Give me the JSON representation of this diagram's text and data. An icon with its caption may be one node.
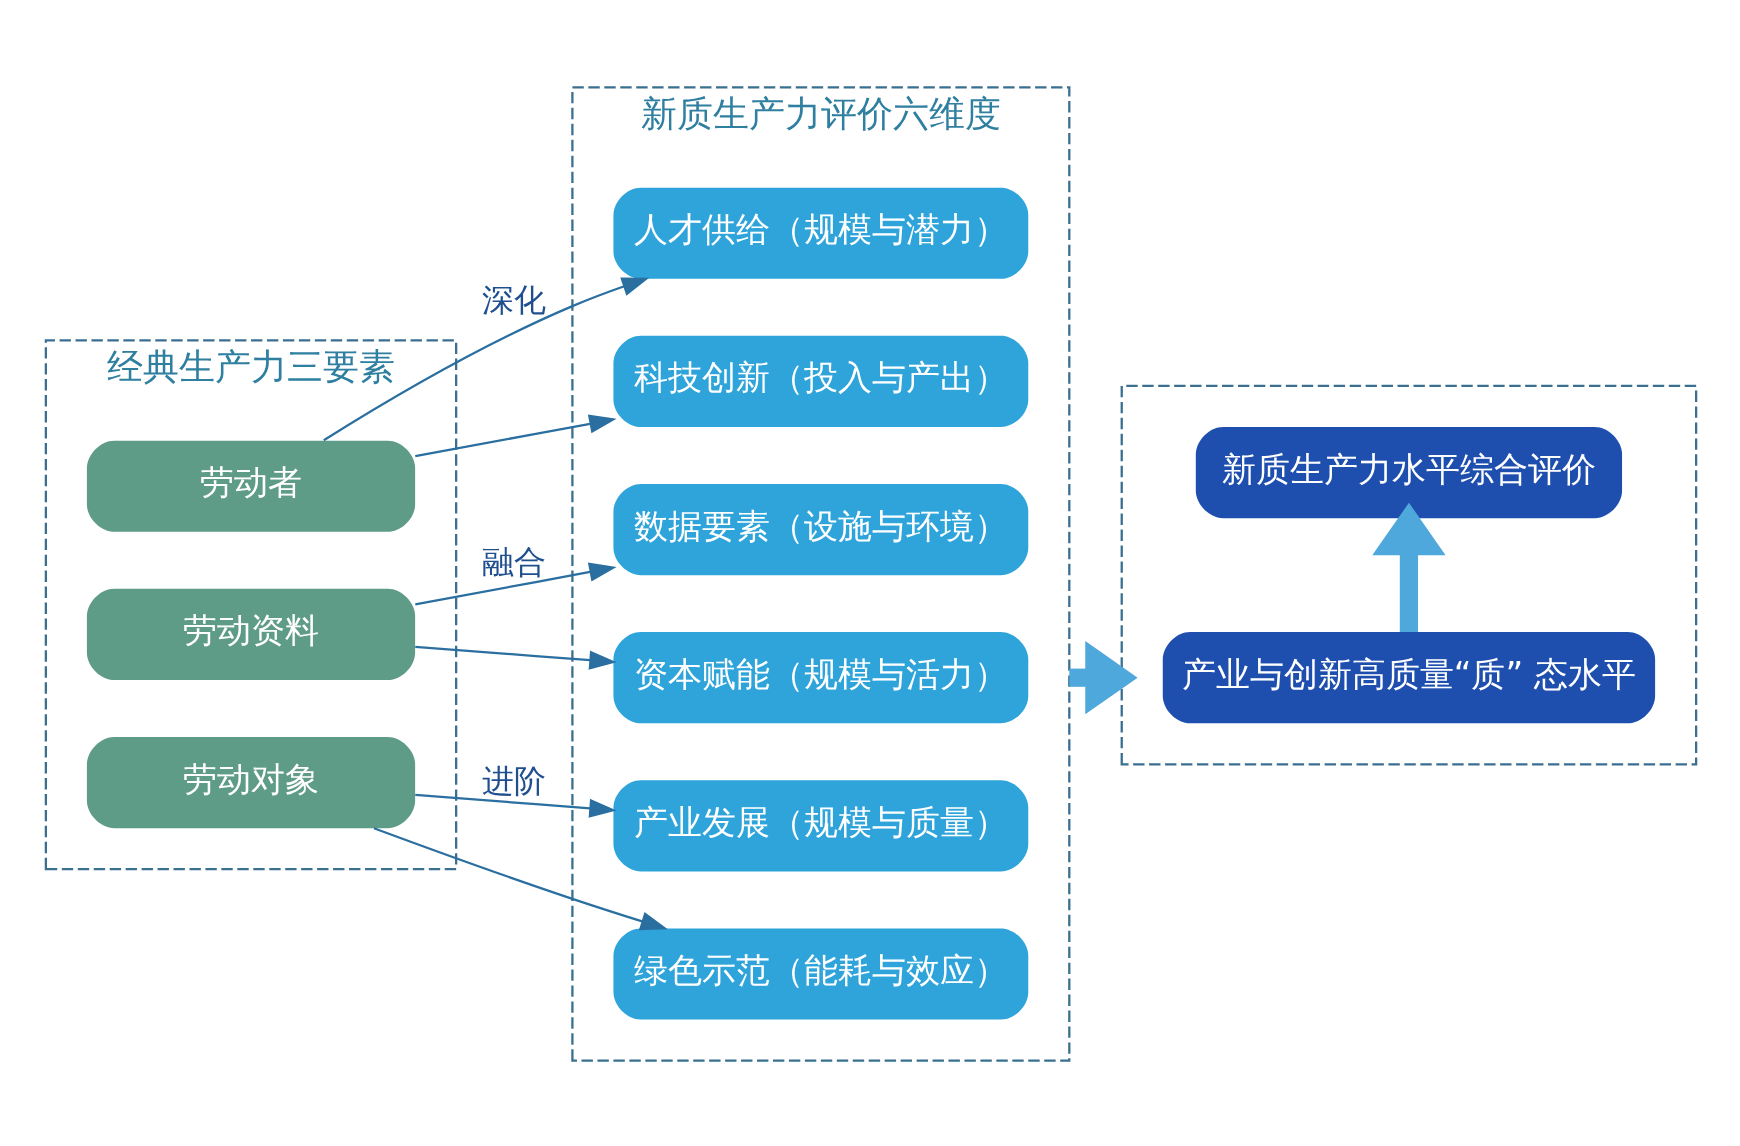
{
  "diagram": {
    "nodes": [
      {
        "text": [
          "经典生产力三要素"
        ]
      },
      {
        "text": [
          "劳动者"
        ],
        "in": 0
      },
      {
        "text": [
          "劳动资料"
        ],
        "in": 0
      },
      {
        "text": [
          "劳动对象"
        ],
        "in": 0
      },
      {
        "text": [
          "新质生产力评价六维度"
        ]
      },
      {
        "text": [
          "人才供给（规模与潜力）"
        ],
        "in": 4
      },
      {
        "text": [
          "科技创新（投入与产出）"
        ],
        "in": 4
      },
      {
        "text": [
          "数据要素（设施与环境）"
        ],
        "in": 4
      },
      {
        "text": [
          "资本赋能（规模与活力）"
        ],
        "in": 4
      },
      {
        "text": [
          "产业发展（规模与质量）"
        ],
        "in": 4
      },
      {
        "text": [
          "绿色示范（能耗与效应）"
        ],
        "in": 4
      },
      {
        "text": [],
        "shape": "box"
      },
      {
        "text": [
          "产业与创新高质量“质” 态水平"
        ],
        "in": 11
      },
      {
        "text": [
          "新质生产力水平综合评价"
        ],
        "in": 11
      }
    ],
    "edges": [
      {
        "from": 1,
        "to": 5,
        "arrow": "to",
        "label": "深化"
      },
      {
        "from": 1,
        "to": 6,
        "arrow": "to"
      },
      {
        "from": 2,
        "to": 7,
        "arrow": "to",
        "label": "融合"
      },
      {
        "from": 2,
        "to": 8,
        "arrow": "to"
      },
      {
        "from": 3,
        "to": 9,
        "arrow": "to",
        "label": "进阶"
      },
      {
        "from": 3,
        "to": 10,
        "arrow": "to"
      },
      {
        "from": 4,
        "to": 11,
        "arrow": "to",
        "style": "thick",
        "color": "#4fa8dc"
      },
      {
        "from": 12,
        "to": 13,
        "arrow": "to",
        "style": "thick",
        "color": "#4fa8dc"
      }
    ]
  }
}
